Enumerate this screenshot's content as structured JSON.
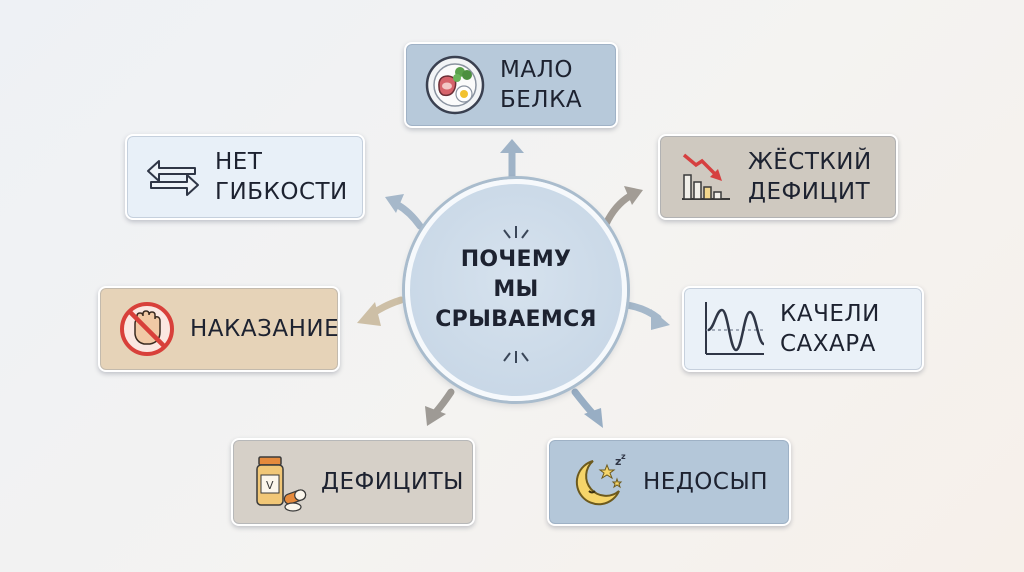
{
  "center": {
    "title": "ПОЧЕМУ\nМЫ\nСРЫВАЕМСЯ"
  },
  "nodes": {
    "low_protein": {
      "label": "МАЛО\nБЕЛКА",
      "icon": "plate-meat-egg-icon",
      "color": "#b7c9da"
    },
    "hard_deficit": {
      "label": "ЖЁСТКИЙ\nДЕФИЦИТ",
      "icon": "falling-chart-icon",
      "color": "#cfc9c0"
    },
    "sugar_swings": {
      "label": "КАЧЕЛИ\nСАХАРА",
      "icon": "wave-graph-icon",
      "color": "#eaf1f8"
    },
    "poor_sleep": {
      "label": "НЕДОСЫП",
      "icon": "moon-stars-icon",
      "color": "#b4c7d9"
    },
    "deficiencies": {
      "label": "ДЕФИЦИТЫ",
      "icon": "vitamin-bottle-icon",
      "color": "#d6d0c8"
    },
    "punishment": {
      "label": "НАКАЗАНИЕ",
      "icon": "prohibited-fist-icon",
      "color": "#e6d3b8"
    },
    "no_flexibility": {
      "label": "НЕТ\nГИБКОСТИ",
      "icon": "swap-arrows-icon",
      "color": "#e8f0f8"
    }
  },
  "colors": {
    "arrow_blue": "#97adc2",
    "arrow_gray": "#9e9993",
    "arrow_tan": "#c9b79a",
    "ring": "#a9bccd"
  }
}
